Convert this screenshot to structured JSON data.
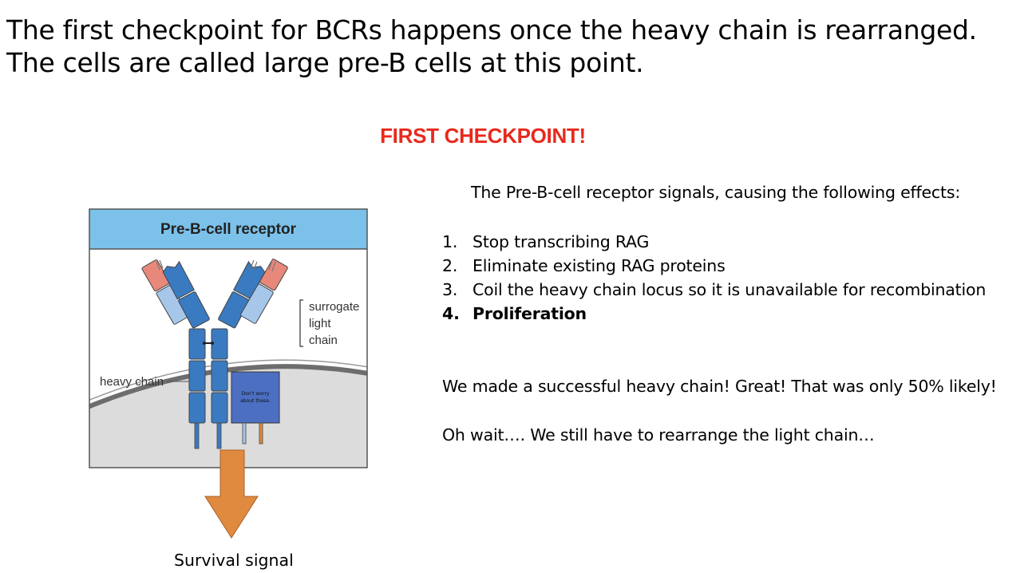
{
  "slide": {
    "title_line1": "The first checkpoint for BCRs happens once the heavy chain is rearranged.",
    "title_line2": "The cells are called large pre-B cells at this point.",
    "checkpoint": "FIRST CHECKPOINT!",
    "intro": "The Pre-B-cell receptor signals, causing the following effects:",
    "effects": [
      {
        "num": "1.",
        "text": "Stop transcribing RAG"
      },
      {
        "num": "2.",
        "text": "Eliminate existing RAG proteins"
      },
      {
        "num": "3.",
        "text": "Coil the heavy chain locus so it is unavailable for recombination"
      },
      {
        "num": "4.",
        "text": "Proliferation"
      }
    ],
    "success": "We made a successful heavy chain! Great! That was only 50% likely!",
    "wait": "Oh wait…. We still have to rearrange the light chain…"
  },
  "diagram": {
    "header": "Pre-B-cell receptor",
    "surrogate_label_1": "surrogate",
    "surrogate_label_2": "light",
    "surrogate_label_3": "chain",
    "heavy_chain_label": "heavy chain",
    "box_label_1": "Don't worry",
    "box_label_2": "about these.",
    "survival": "Survival signal",
    "colors": {
      "header_bg": "#7cc1ea",
      "heavy_chain": "#3a7ac0",
      "surrogate_dark": "#e8887a",
      "surrogate_light": "#a6c6ea",
      "box": "#4c6fc2",
      "arrow": "#e08a40",
      "membrane": "#6d6d6d",
      "cytoplasm": "#dcdcdc",
      "accent_red": "#e8291c"
    }
  }
}
